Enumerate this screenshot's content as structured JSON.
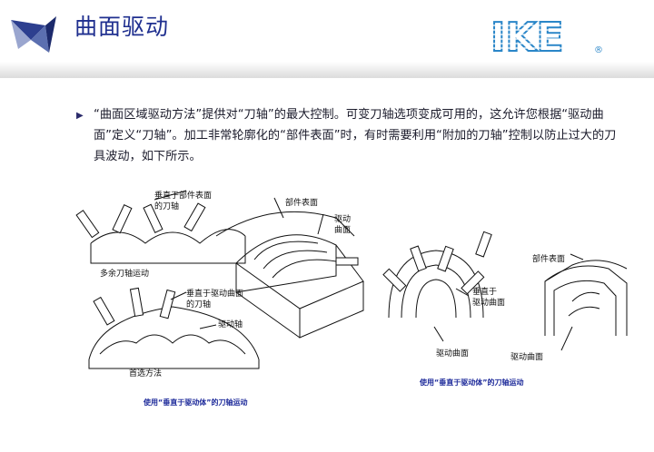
{
  "header": {
    "title": "曲面驱动",
    "brand_text": "IKE",
    "brand_registered": "®",
    "brand_color": "#2a86c8",
    "title_color": "#1f2f8f"
  },
  "content": {
    "bullet_icon": "triangle-bullet-icon",
    "paragraph": "“曲面区域驱动方法”提供对“刀轴”的最大控制。可变刀轴选项变成可用的，这允许您根据“驱动曲面”定义“刀轴”。加工非常轮廓化的“部件表面”时，有时需要利用“附加的刀轴”控制以防止过大的刀具波动，如下所示。"
  },
  "figure": {
    "left_group": {
      "label_normal_to_part": "垂直于部件表面\n的刀轴",
      "label_excess_motion": "多余刀轴运动",
      "label_normal_to_drive": "垂直于驱动曲面\n的刀轴",
      "label_drive_axis": "驱动轴",
      "label_preferred": "首选方法",
      "label_part_surface": "部件表面",
      "label_drive_surface": "驱动\n曲面",
      "caption": "使用“垂直于驱动体”的刀轴运动"
    },
    "right_group": {
      "label_normal_to_drive": "垂直于\n驱动曲面",
      "label_drive_surface_a": "驱动曲面",
      "label_part_surface": "部件表面",
      "label_drive_surface_b": "驱动曲面",
      "caption": "使用“垂直于驱动体”的刀轴运动"
    }
  }
}
